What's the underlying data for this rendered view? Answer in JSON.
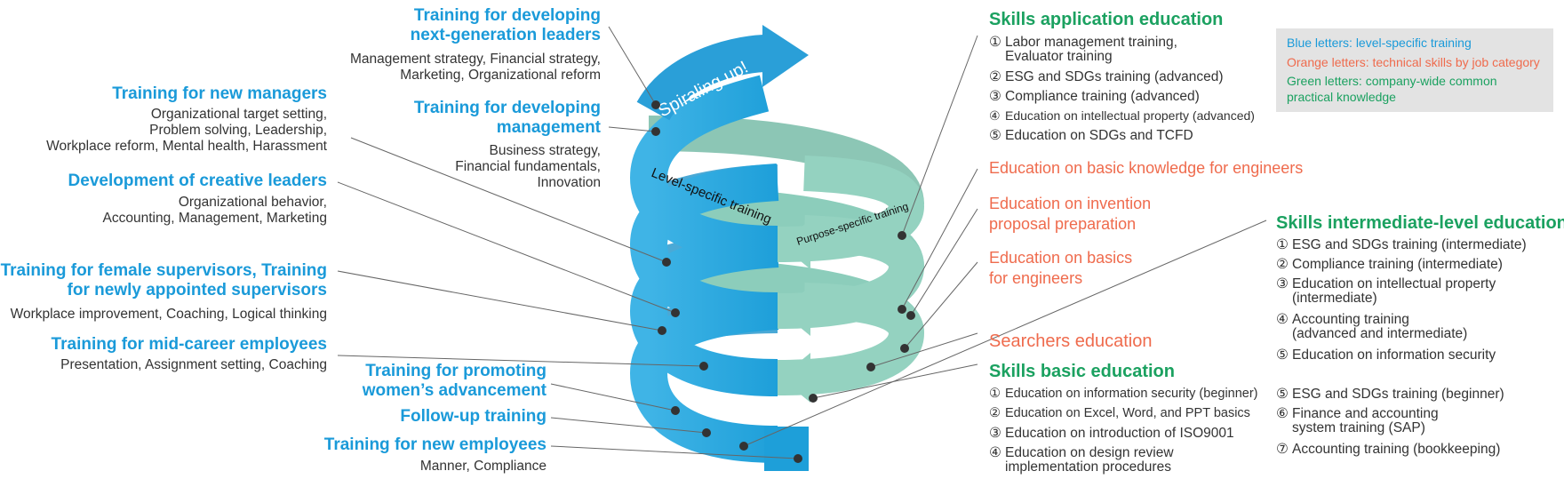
{
  "left_items": [
    {
      "title": "Training for developing\nnext-generation leaders",
      "desc": "Management strategy, Financial strategy,\nMarketing, Organizational reform"
    },
    {
      "title": "Training for new managers",
      "desc": "Organizational target setting,\nProblem solving, Leadership,\nWorkplace reform, Mental health, Harassment"
    },
    {
      "title": "Training for developing\nmanagement",
      "desc": "Business strategy,\nFinancial fundamentals,\nInnovation"
    },
    {
      "title": "Development of creative leaders",
      "desc": "Organizational behavior,\nAccounting, Management, Marketing"
    },
    {
      "title": "Training for female supervisors, Training\nfor newly appointed supervisors",
      "desc": "Workplace improvement, Coaching, Logical thinking"
    },
    {
      "title": "Training for mid-career employees",
      "desc": "Presentation, Assignment setting, Coaching"
    },
    {
      "title": "Training for promoting\nwomen’s advancement",
      "desc": ""
    },
    {
      "title": "Follow-up training",
      "desc": ""
    },
    {
      "title": "Training for new employees",
      "desc": "Manner, Compliance"
    }
  ],
  "spiral": {
    "arrow_label": "Spiraling up!",
    "left_label": "Level-specific training",
    "right_label": "Purpose-specific training"
  },
  "skills_application": {
    "title": "Skills application education",
    "items": [
      {
        "num": "①",
        "text": "Labor management training,\nEvaluator training"
      },
      {
        "num": "②",
        "text": "ESG and SDGs training (advanced)"
      },
      {
        "num": "③",
        "text": "Compliance training (advanced)"
      },
      {
        "num": "④",
        "text": "Education on intellectual property (advanced)"
      },
      {
        "num": "⑤",
        "text": "Education on SDGs and TCFD"
      }
    ]
  },
  "orange_items": [
    "Education on basic knowledge for engineers",
    "Education on invention\nproposal preparation",
    "Education on basics\nfor engineers",
    "Searchers education"
  ],
  "skills_basic": {
    "title": "Skills basic education",
    "items": [
      {
        "num": "①",
        "text": "Education on information security (beginner)"
      },
      {
        "num": "②",
        "text": "Education on Excel, Word, and PPT basics"
      },
      {
        "num": "③",
        "text": "Education on introduction of ISO9001"
      },
      {
        "num": "④",
        "text": "Education on design review\nimplementation procedures"
      },
      {
        "num": "⑤",
        "text": "ESG and SDGs training (beginner)"
      },
      {
        "num": "⑥",
        "text": "Finance and accounting\nsystem training (SAP)"
      },
      {
        "num": "⑦",
        "text": "Accounting training (bookkeeping)"
      }
    ]
  },
  "skills_intermediate": {
    "title": "Skills intermediate-level education",
    "items": [
      {
        "num": "①",
        "text": "ESG and SDGs training (intermediate)"
      },
      {
        "num": "②",
        "text": "Compliance training (intermediate)"
      },
      {
        "num": "③",
        "text": "Education on intellectual property\n(intermediate)"
      },
      {
        "num": "④",
        "text": "Accounting training\n(advanced and intermediate)"
      },
      {
        "num": "⑤",
        "text": "Education on information security"
      }
    ]
  },
  "legend": {
    "blue": "Blue letters: level-specific training",
    "orange": "Orange letters: technical skills by job category",
    "green": "Green letters: company-wide common\npractical knowledge"
  },
  "colors": {
    "level_blue": "#1a9ad9",
    "purpose_green": "#8fcfbd",
    "company_green": "#1ba160",
    "technical_orange": "#ef6b4d"
  }
}
